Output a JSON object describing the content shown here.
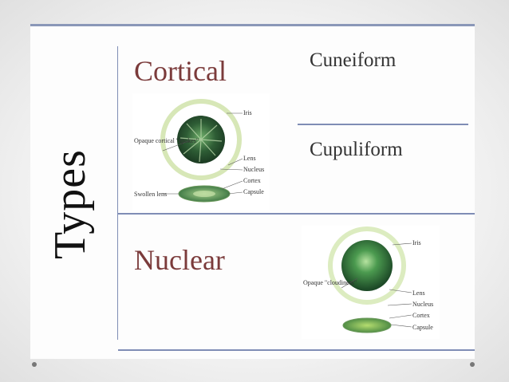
{
  "heading": "Types",
  "cortical": {
    "title": "Cortical",
    "subtypes": [
      "Cuneiform",
      "Cupuliform"
    ],
    "diagram_labels": {
      "iris": "Iris",
      "opaque": "Opaque cortical \"spokes\"",
      "swollen": "Swollen lens",
      "lens": "Lens",
      "nucleus": "Nucleus",
      "cortex": "Cortex",
      "capsule": "Capsule"
    }
  },
  "nuclear": {
    "title": "Nuclear",
    "diagram_labels": {
      "iris": "Iris",
      "opaque": "Opaque \"cloudiness\"",
      "lens": "Lens",
      "nucleus": "Nucleus",
      "cortex": "Cortex",
      "capsule": "Capsule"
    }
  },
  "colors": {
    "title_color": "#7b3b3b",
    "line_color": "#7f8db5",
    "eye_green": "#2f6b3a"
  }
}
